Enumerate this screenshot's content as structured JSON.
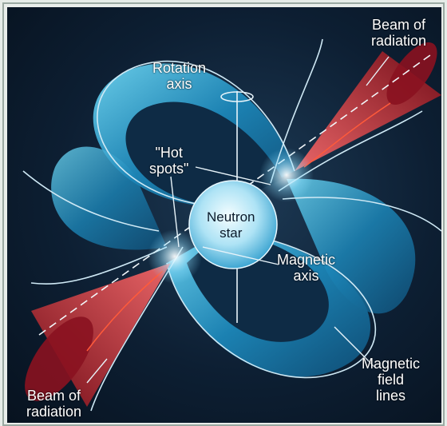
{
  "labels": {
    "rotation_axis": [
      "Rotation",
      "axis"
    ],
    "hot_spots": [
      "\"Hot",
      "spots\""
    ],
    "neutron_star": [
      "Neutron",
      "star"
    ],
    "magnetic_axis": [
      "Magnetic",
      "axis"
    ],
    "beam_top": [
      "Beam of",
      "radiation"
    ],
    "beam_bottom": [
      "Beam of",
      "radiation"
    ],
    "field_lines": [
      "Magnetic",
      "field",
      "lines"
    ]
  },
  "colors": {
    "background": "#0d1f33",
    "field_lobe": "#1e8fc0",
    "field_lobe_light": "#5fd0ee",
    "beam": "#c0202a",
    "star": "#bfeaf7",
    "line": "#cfe9f5"
  }
}
